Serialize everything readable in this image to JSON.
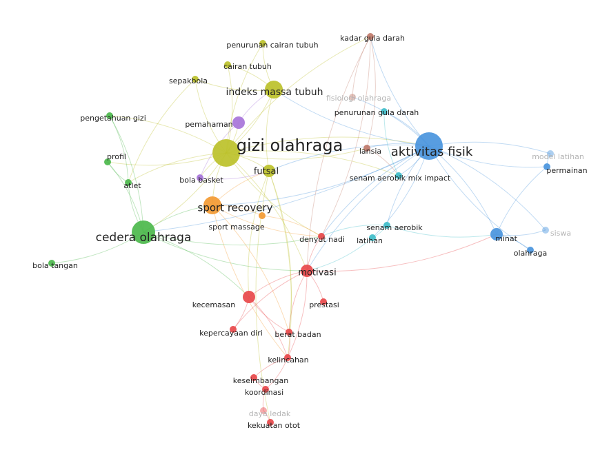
{
  "cluster_colors": {
    "red": "#e8484a",
    "green": "#4cb84c",
    "blue": "#4a95dd",
    "yellow": "#bcc12a",
    "purple": "#a774d9",
    "cyan": "#3fbdc9",
    "orange": "#f39a32",
    "brown": "#c07a6a"
  },
  "nodes": [
    {
      "id": "kadar-gula-darah",
      "label": "kadar gula darah",
      "cluster": "brown",
      "weight": 1,
      "faded": false
    },
    {
      "id": "penurunan-cairan-tubuh",
      "label": "penurunan cairan tubuh",
      "cluster": "yellow",
      "weight": 1,
      "faded": false
    },
    {
      "id": "cairan-tubuh",
      "label": "cairan tubuh",
      "cluster": "yellow",
      "weight": 1,
      "faded": false
    },
    {
      "id": "sepakbola",
      "label": "sepakbola",
      "cluster": "yellow",
      "weight": 1,
      "faded": false
    },
    {
      "id": "indeks-massa-tubuh",
      "label": "indeks massa tubuh",
      "cluster": "yellow",
      "weight": 3,
      "faded": false
    },
    {
      "id": "fisiologi-olahraga",
      "label": "fisiologi olahraga",
      "cluster": "brown",
      "weight": 1,
      "faded": true
    },
    {
      "id": "penurunan-gula-darah",
      "label": "penurunan gula darah",
      "cluster": "cyan",
      "weight": 1,
      "faded": false
    },
    {
      "id": "pengetahuan-gizi",
      "label": "pengetahuan gizi",
      "cluster": "green",
      "weight": 1,
      "faded": false
    },
    {
      "id": "pemahaman",
      "label": "pemahaman",
      "cluster": "purple",
      "weight": 2,
      "faded": false
    },
    {
      "id": "gizi-olahraga",
      "label": "gizi olahraga",
      "cluster": "yellow",
      "weight": 5,
      "faded": false
    },
    {
      "id": "aktivitas-fisik",
      "label": "aktivitas fisik",
      "cluster": "blue",
      "weight": 5,
      "faded": false
    },
    {
      "id": "lansia",
      "label": "lansia",
      "cluster": "brown",
      "weight": 1,
      "faded": false
    },
    {
      "id": "model-latihan",
      "label": "model latihan",
      "cluster": "blue",
      "weight": 1,
      "faded": true
    },
    {
      "id": "permainan",
      "label": "permainan",
      "cluster": "blue",
      "weight": 1,
      "faded": false
    },
    {
      "id": "profil",
      "label": "profil",
      "cluster": "green",
      "weight": 1,
      "faded": false
    },
    {
      "id": "futsal",
      "label": "futsal",
      "cluster": "yellow",
      "weight": 2,
      "faded": false
    },
    {
      "id": "atlet",
      "label": "atlet",
      "cluster": "green",
      "weight": 1,
      "faded": false
    },
    {
      "id": "bola-basket",
      "label": "bola basket",
      "cluster": "purple",
      "weight": 1,
      "faded": false
    },
    {
      "id": "senam-aerobik-mix-impact",
      "label": "senam aerobik mix impact",
      "cluster": "cyan",
      "weight": 1,
      "faded": false
    },
    {
      "id": "sport-recovery",
      "label": "sport recovery",
      "cluster": "orange",
      "weight": 3,
      "faded": false
    },
    {
      "id": "sport-massage",
      "label": "sport massage",
      "cluster": "orange",
      "weight": 1,
      "faded": false
    },
    {
      "id": "cedera-olahraga",
      "label": "cedera olahraga",
      "cluster": "green",
      "weight": 4,
      "faded": false
    },
    {
      "id": "senam-aerobik",
      "label": "senam aerobik",
      "cluster": "cyan",
      "weight": 1,
      "faded": false
    },
    {
      "id": "denyut-nadi",
      "label": "denyut nadi",
      "cluster": "red",
      "weight": 1,
      "faded": false
    },
    {
      "id": "latihan",
      "label": "latihan",
      "cluster": "cyan",
      "weight": 1,
      "faded": false
    },
    {
      "id": "minat",
      "label": "minat",
      "cluster": "blue",
      "weight": 2,
      "faded": false
    },
    {
      "id": "siswa",
      "label": "siswa",
      "cluster": "blue",
      "weight": 1,
      "faded": true
    },
    {
      "id": "olahraga",
      "label": "olahraga",
      "cluster": "blue",
      "weight": 1,
      "faded": false
    },
    {
      "id": "bola-tangan",
      "label": "bola tangan",
      "cluster": "green",
      "weight": 1,
      "faded": false
    },
    {
      "id": "motivasi",
      "label": "motivasi",
      "cluster": "red",
      "weight": 2,
      "faded": false
    },
    {
      "id": "kecemasan",
      "label": "kecemasan",
      "cluster": "red",
      "weight": 2,
      "faded": false
    },
    {
      "id": "prestasi",
      "label": "prestasi",
      "cluster": "red",
      "weight": 1,
      "faded": false
    },
    {
      "id": "kepercayaan-diri",
      "label": "kepercayaan diri",
      "cluster": "red",
      "weight": 1,
      "faded": false
    },
    {
      "id": "berat-badan",
      "label": "berat badan",
      "cluster": "red",
      "weight": 1,
      "faded": false
    },
    {
      "id": "kelincahan",
      "label": "kelincahan",
      "cluster": "red",
      "weight": 1,
      "faded": false
    },
    {
      "id": "keseimbangan",
      "label": "keseimbangan",
      "cluster": "red",
      "weight": 1,
      "faded": false
    },
    {
      "id": "koordinasi",
      "label": "koordinasi",
      "cluster": "red",
      "weight": 1,
      "faded": false
    },
    {
      "id": "daya-ledak",
      "label": "daya ledak",
      "cluster": "red",
      "weight": 1,
      "faded": true
    },
    {
      "id": "kekuatan-otot",
      "label": "kekuatan otot",
      "cluster": "red",
      "weight": 1,
      "faded": false
    }
  ],
  "edges": [
    [
      "gizi-olahraga",
      "aktivitas-fisik"
    ],
    [
      "gizi-olahraga",
      "indeks-massa-tubuh"
    ],
    [
      "gizi-olahraga",
      "cedera-olahraga"
    ],
    [
      "gizi-olahraga",
      "sport-recovery"
    ],
    [
      "gizi-olahraga",
      "futsal"
    ],
    [
      "gizi-olahraga",
      "pemahaman"
    ],
    [
      "gizi-olahraga",
      "penurunan-cairan-tubuh"
    ],
    [
      "gizi-olahraga",
      "cairan-tubuh"
    ],
    [
      "gizi-olahraga",
      "sepakbola"
    ],
    [
      "gizi-olahraga",
      "pengetahuan-gizi"
    ],
    [
      "gizi-olahraga",
      "profil"
    ],
    [
      "gizi-olahraga",
      "atlet"
    ],
    [
      "gizi-olahraga",
      "motivasi"
    ],
    [
      "gizi-olahraga",
      "denyut-nadi"
    ],
    [
      "gizi-olahraga",
      "kadar-gula-darah"
    ],
    [
      "gizi-olahraga",
      "lansia"
    ],
    [
      "gizi-olahraga",
      "senam-aerobik-mix-impact"
    ],
    [
      "gizi-olahraga",
      "bola-basket"
    ],
    [
      "aktivitas-fisik",
      "minat"
    ],
    [
      "aktivitas-fisik",
      "olahraga"
    ],
    [
      "aktivitas-fisik",
      "siswa"
    ],
    [
      "aktivitas-fisik",
      "permainan"
    ],
    [
      "aktivitas-fisik",
      "model-latihan"
    ],
    [
      "aktivitas-fisik",
      "senam-aerobik"
    ],
    [
      "aktivitas-fisik",
      "latihan"
    ],
    [
      "aktivitas-fisik",
      "lansia"
    ],
    [
      "aktivitas-fisik",
      "kadar-gula-darah"
    ],
    [
      "aktivitas-fisik",
      "penurunan-gula-darah"
    ],
    [
      "aktivitas-fisik",
      "cedera-olahraga"
    ],
    [
      "aktivitas-fisik",
      "motivasi"
    ],
    [
      "aktivitas-fisik",
      "indeks-massa-tubuh"
    ],
    [
      "aktivitas-fisik",
      "denyut-nadi"
    ],
    [
      "aktivitas-fisik",
      "senam-aerobik-mix-impact"
    ],
    [
      "aktivitas-fisik",
      "fisiologi-olahraga"
    ],
    [
      "aktivitas-fisik",
      "sport-recovery"
    ],
    [
      "aktivitas-fisik",
      "futsal"
    ],
    [
      "cedera-olahraga",
      "atlet"
    ],
    [
      "cedera-olahraga",
      "profil"
    ],
    [
      "cedera-olahraga",
      "bola-tangan"
    ],
    [
      "cedera-olahraga",
      "pengetahuan-gizi"
    ],
    [
      "cedera-olahraga",
      "sport-recovery"
    ],
    [
      "cedera-olahraga",
      "motivasi"
    ],
    [
      "cedera-olahraga",
      "kecemasan"
    ],
    [
      "cedera-olahraga",
      "denyut-nadi"
    ],
    [
      "sport-recovery",
      "sport-massage"
    ],
    [
      "sport-recovery",
      "denyut-nadi"
    ],
    [
      "sport-recovery",
      "berat-badan"
    ],
    [
      "sport-recovery",
      "kelincahan"
    ],
    [
      "sport-recovery",
      "futsal"
    ],
    [
      "motivasi",
      "kecemasan"
    ],
    [
      "motivasi",
      "prestasi"
    ],
    [
      "motivasi",
      "berat-badan"
    ],
    [
      "motivasi",
      "denyut-nadi"
    ],
    [
      "motivasi",
      "kepercayaan-diri"
    ],
    [
      "motivasi",
      "kelincahan"
    ],
    [
      "motivasi",
      "minat"
    ],
    [
      "kecemasan",
      "kepercayaan-diri"
    ],
    [
      "kecemasan",
      "berat-badan"
    ],
    [
      "berat-badan",
      "kelincahan"
    ],
    [
      "kelincahan",
      "keseimbangan"
    ],
    [
      "kelincahan",
      "koordinasi"
    ],
    [
      "koordinasi",
      "daya-ledak"
    ],
    [
      "daya-ledak",
      "kekuatan-otot"
    ],
    [
      "keseimbangan",
      "koordinasi"
    ],
    [
      "kecemasan",
      "kelincahan"
    ],
    [
      "futsal",
      "kecemasan"
    ],
    [
      "futsal",
      "berat-badan"
    ],
    [
      "futsal",
      "kekuatan-otot"
    ],
    [
      "futsal",
      "kelincahan"
    ],
    [
      "pemahaman",
      "bola-basket"
    ],
    [
      "pemahaman",
      "indeks-massa-tubuh"
    ],
    [
      "bola-basket",
      "futsal"
    ],
    [
      "indeks-massa-tubuh",
      "sepakbola"
    ],
    [
      "indeks-massa-tubuh",
      "cairan-tubuh"
    ],
    [
      "indeks-massa-tubuh",
      "penurunan-cairan-tubuh"
    ],
    [
      "indeks-massa-tubuh",
      "futsal"
    ],
    [
      "kadar-gula-darah",
      "lansia"
    ],
    [
      "kadar-gula-darah",
      "fisiologi-olahraga"
    ],
    [
      "kadar-gula-darah",
      "denyut-nadi"
    ],
    [
      "kadar-gula-darah",
      "motivasi"
    ],
    [
      "lansia",
      "senam-aerobik-mix-impact"
    ],
    [
      "penurunan-gula-darah",
      "senam-aerobik-mix-impact"
    ],
    [
      "senam-aerobik",
      "latihan"
    ],
    [
      "senam-aerobik",
      "minat"
    ],
    [
      "minat",
      "olahraga"
    ],
    [
      "minat",
      "siswa"
    ],
    [
      "permainan",
      "model-latihan"
    ],
    [
      "permainan",
      "minat"
    ],
    [
      "atlet",
      "profil"
    ],
    [
      "atlet",
      "pengetahuan-gizi"
    ],
    [
      "sport-massage",
      "denyut-nadi"
    ],
    [
      "senam-aerobik",
      "denyut-nadi"
    ],
    [
      "latihan",
      "motivasi"
    ],
    [
      "sepakbola",
      "atlet"
    ]
  ]
}
